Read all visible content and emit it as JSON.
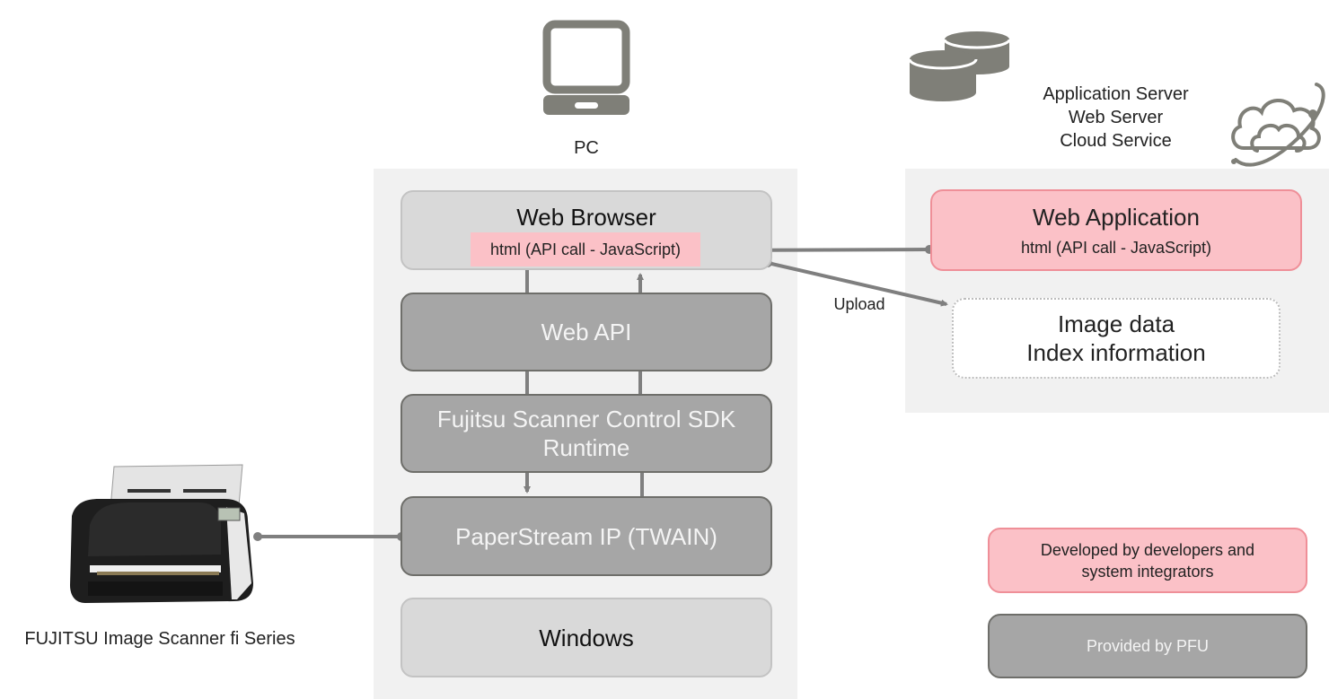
{
  "pc": {
    "label": "PC",
    "icon": "laptop-icon"
  },
  "server": {
    "lines": [
      "Application Server",
      "Web Server",
      "Cloud Service"
    ],
    "icons": [
      "database-icon",
      "cloud-orbit-icon"
    ]
  },
  "stack": {
    "web_browser": {
      "title": "Web Browser",
      "subtitle": "html (API call - JavaScript)"
    },
    "web_api": {
      "title": "Web API"
    },
    "sdk_runtime": {
      "line1": "Fujitsu Scanner Control SDK",
      "line2": "Runtime"
    },
    "paperstream": {
      "title": "PaperStream IP (TWAIN)"
    },
    "windows": {
      "title": "Windows"
    }
  },
  "cloud_side": {
    "web_application": {
      "title": "Web Application",
      "subtitle": "html (API call - JavaScript)"
    },
    "image_data": {
      "line1": "Image data",
      "line2": "Index information"
    }
  },
  "connectors": {
    "upload_label": "Upload"
  },
  "scanner": {
    "label": "FUJITSU Image Scanner fi Series",
    "icon": "scanner-icon"
  },
  "legend": {
    "developed": {
      "line1": "Developed by developers and",
      "line2": "system integrators"
    },
    "provided": {
      "label": "Provided by PFU"
    }
  },
  "colors": {
    "developer_pink": "#fbc1c7",
    "pfu_gray": "#a6a6a6",
    "os_light_gray": "#d9d9d9",
    "icon_gray": "#7f7f78"
  }
}
